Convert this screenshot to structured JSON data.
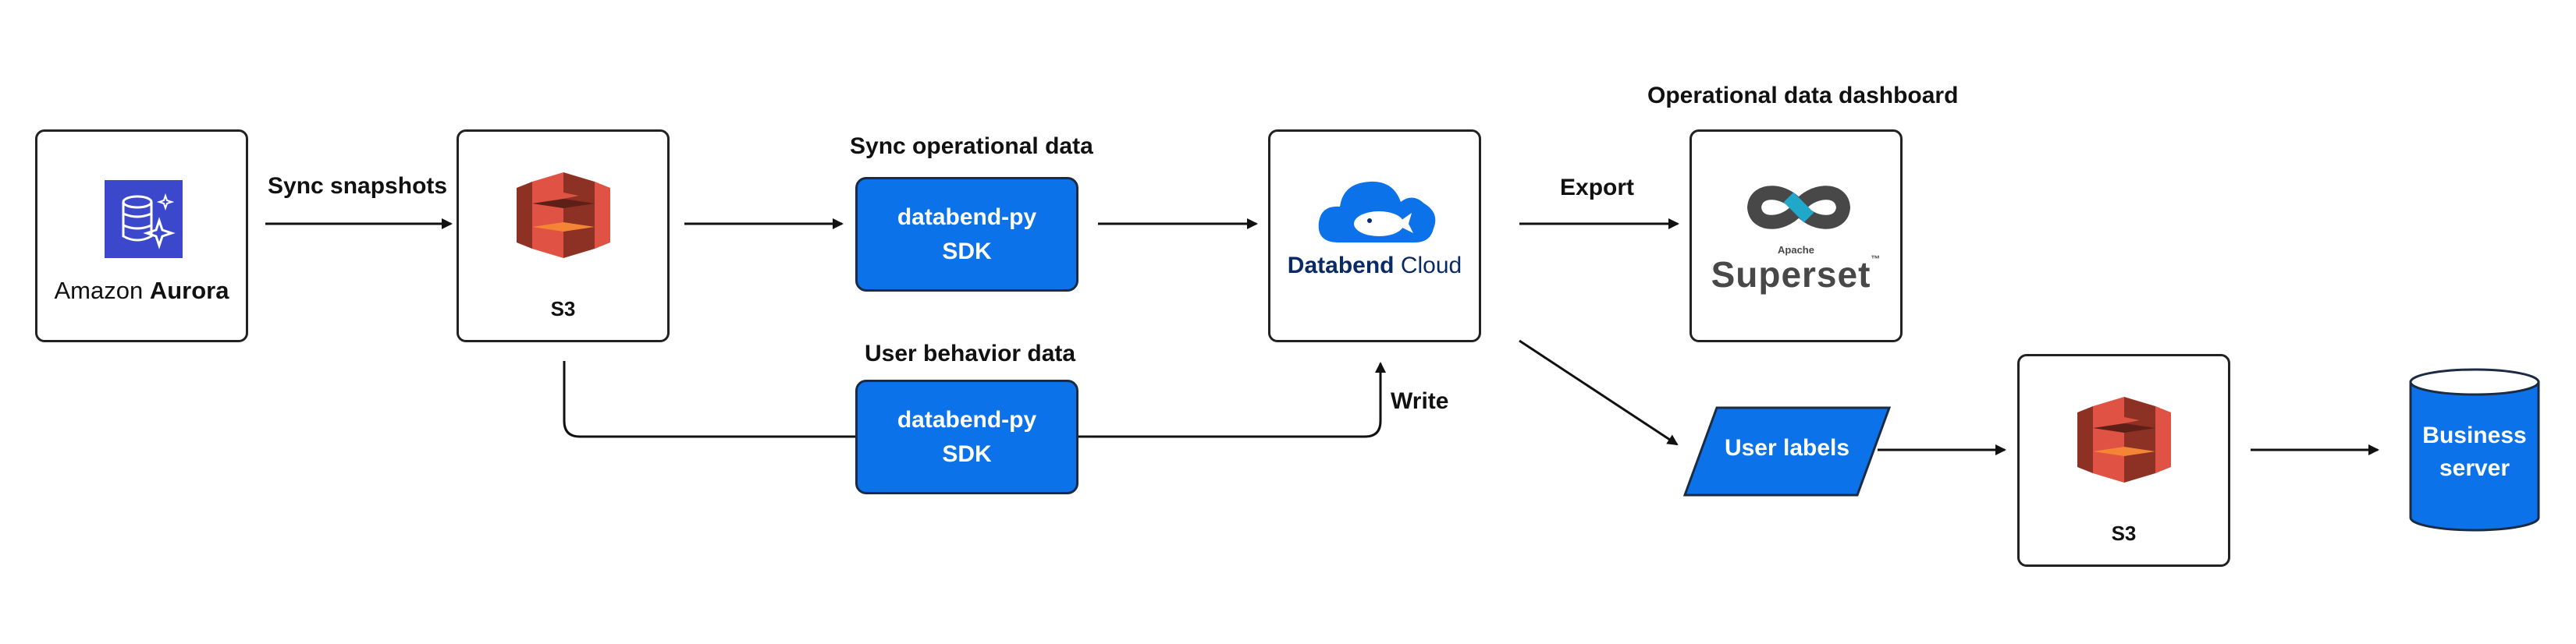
{
  "nodes": {
    "aurora": {
      "text_light": "Amazon ",
      "text_bold": "Aurora"
    },
    "s3_top": {
      "caption": "S3"
    },
    "sdk_top": {
      "line1": "databend-py",
      "line2": "SDK"
    },
    "sdk_bottom": {
      "line1": "databend-py",
      "line2": "SDK"
    },
    "databend": {
      "brand": "Databend",
      "suffix": " Cloud"
    },
    "superset": {
      "small": "Apache",
      "name": "Superset",
      "tm": "™"
    },
    "user_labels": {
      "text": "User labels"
    },
    "s3_bottom": {
      "caption": "S3"
    },
    "business_server": {
      "line1": "Business",
      "line2": "server"
    }
  },
  "labels": {
    "sync_snapshots": "Sync snapshots",
    "sync_operational": "Sync operational data",
    "user_behavior": "User behavior data",
    "export": "Export",
    "write": "Write",
    "dashboard": "Operational data dashboard"
  },
  "colors": {
    "accent": "#0b72ea",
    "s3_red_light": "#e05243",
    "s3_red_dark": "#8c3123",
    "aurora_purple": "#3b48cc",
    "databend_navy": "#0a2a66",
    "superset_gray": "#484848",
    "superset_teal": "#20a7c9"
  }
}
